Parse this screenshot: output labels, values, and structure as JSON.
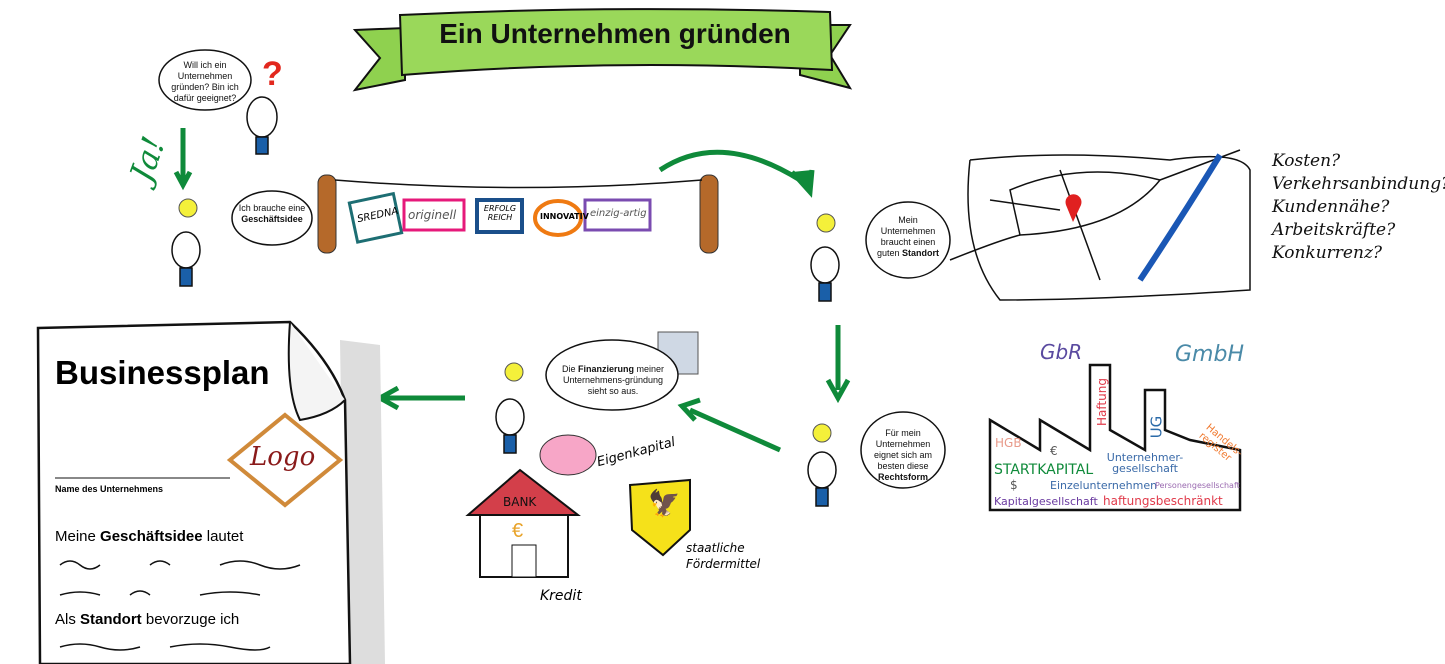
{
  "title": "Ein Unternehmen gründen",
  "bubbles": {
    "question": "Will ich ein Unternehmen gründen? Bin ich dafür geeignet?",
    "yes": "Ja!",
    "idea_pre": "Ich brauche eine",
    "idea_bold": "Geschäftsidee",
    "location_pre": "Mein Unternehmen braucht einen guten",
    "location_bold": "Standort",
    "legal_pre": "Für mein Unternehmen eignet sich am besten diese",
    "legal_bold": "Rechtsform",
    "finance_pre": "Die",
    "finance_bold": "Finanzierung",
    "finance_post": "meiner Unternehmens-gründung sieht so aus."
  },
  "tags": [
    "SREDNA",
    "originell",
    "ERFOLG REICH",
    "INNOVATIV",
    "einzig-artig"
  ],
  "location_questions": [
    "Kosten?",
    "Verkehrsanbindung?",
    "Kundennähe?",
    "Arbeitskräfte?",
    "Konkurrenz?"
  ],
  "legal_words": {
    "gbr": "GbR",
    "gmbh": "GmbH",
    "haftung": "Haftung",
    "ug": "UG",
    "hgb": "HGB",
    "euro": "€",
    "handelsregister": "Handels-register",
    "startkapital": "STARTKAPITAL",
    "unternehmergesellschaft": "Unternehmer-gesellschaft",
    "dollar": "$",
    "einzelunternehmen": "Einzelunternehmen",
    "personengesellschaft": "Personengesellschaft",
    "kapitalgesellschaft": "Kapitalgesellschaft",
    "haftungsbeschraenkt": "haftungsbeschränkt"
  },
  "finance": {
    "eigenkapital": "Eigenkapital",
    "bank": "BANK",
    "kredit": "Kredit",
    "foerdermittel": "staatliche Fördermittel"
  },
  "plan": {
    "title": "Businessplan",
    "logo": "Logo",
    "name_label": "Name des Unternehmens",
    "idea_pre": "Meine",
    "idea_bold": "Geschäftsidee",
    "idea_post": "lautet",
    "loc_pre": "Als",
    "loc_bold": "Standort",
    "loc_post": "bevorzuge ich"
  },
  "colors": {
    "banner": "#8fd14f",
    "arrow": "#0f8a3a"
  }
}
